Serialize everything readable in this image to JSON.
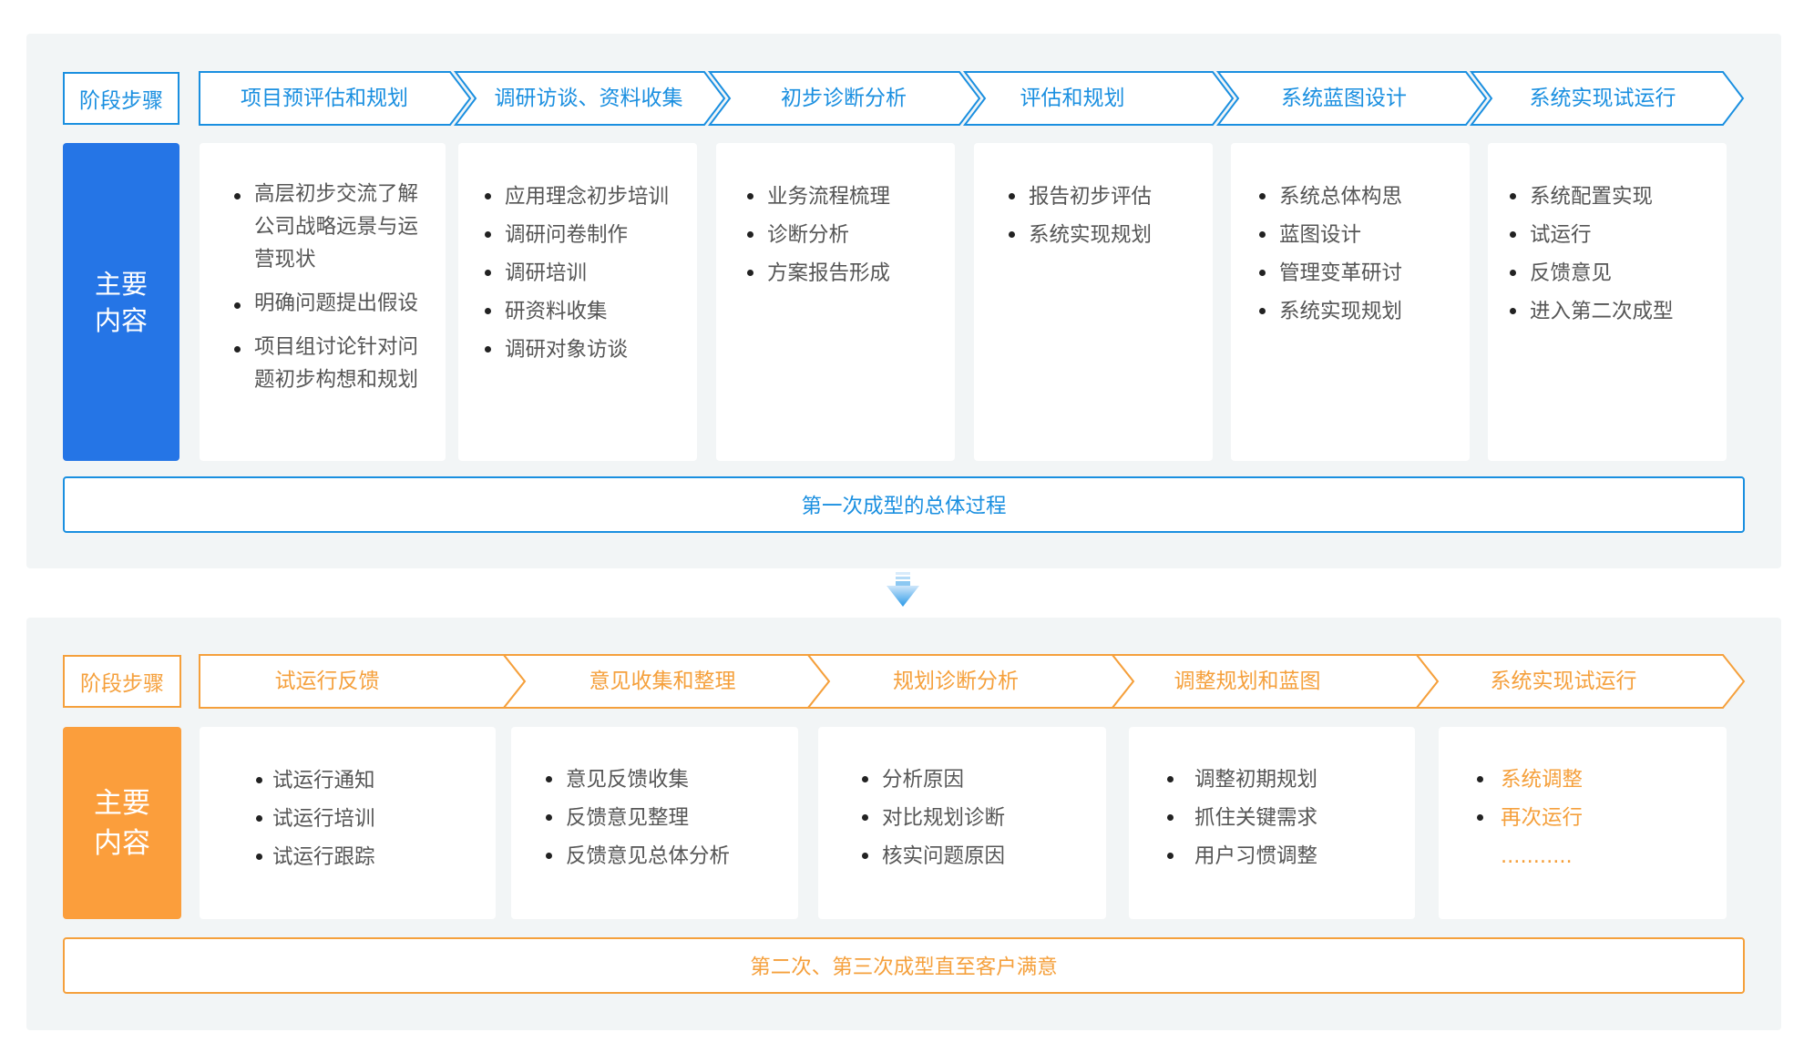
{
  "colors": {
    "blue": "#1a8fe0",
    "blue_fill": "#2575e6",
    "orange": "#f5a03c",
    "orange_fill": "#fb9e3c",
    "panel_bg": "#f2f5f6"
  },
  "section1": {
    "stage_label": "阶段步骤",
    "steps": [
      "项目预评估和规划",
      "调研访谈、资料收集",
      "初步诊断分析",
      "评估和规划",
      "系统蓝图设计",
      "系统实现试运行"
    ],
    "main_label_line1": "主要",
    "main_label_line2": "内容",
    "cards": [
      {
        "items": [
          "高层初步交流了解公司战略远景与运营现状",
          "明确问题提出假设",
          "项目组讨论针对问题初步构想和规划"
        ]
      },
      {
        "items": [
          "应用理念初步培训",
          "调研问卷制作",
          "调研培训",
          "研资料收集",
          "调研对象访谈"
        ]
      },
      {
        "items": [
          "业务流程梳理",
          "诊断分析",
          "方案报告形成"
        ]
      },
      {
        "items": [
          "报告初步评估",
          "系统实现规划"
        ]
      },
      {
        "items": [
          "系统总体构思",
          "蓝图设计",
          "管理变革研讨",
          "系统实现规划"
        ]
      },
      {
        "items": [
          "系统配置实现",
          "试运行",
          "反馈意见",
          "进入第二次成型"
        ]
      }
    ],
    "bottom": "第一次成型的总体过程"
  },
  "section2": {
    "stage_label": "阶段步骤",
    "steps": [
      "试运行反馈",
      "意见收集和整理",
      "规划诊断分析",
      "调整规划和蓝图",
      "系统实现试运行"
    ],
    "main_label_line1": "主要",
    "main_label_line2": "内容",
    "cards": [
      {
        "items": [
          "试运行通知",
          "试运行培训",
          "试运行跟踪"
        ]
      },
      {
        "items": [
          "意见反馈收集",
          "反馈意见整理",
          "反馈意见总体分析"
        ]
      },
      {
        "items": [
          "分析原因",
          "对比规划诊断",
          "核实问题原因"
        ]
      },
      {
        "items": [
          "调整初期规划",
          "抓住关键需求",
          "用户习惯调整"
        ]
      },
      {
        "items": [
          "系统调整",
          "再次运行"
        ],
        "ellipsis": "..........."
      }
    ],
    "bottom": "第二次、第三次成型直至客户满意"
  }
}
